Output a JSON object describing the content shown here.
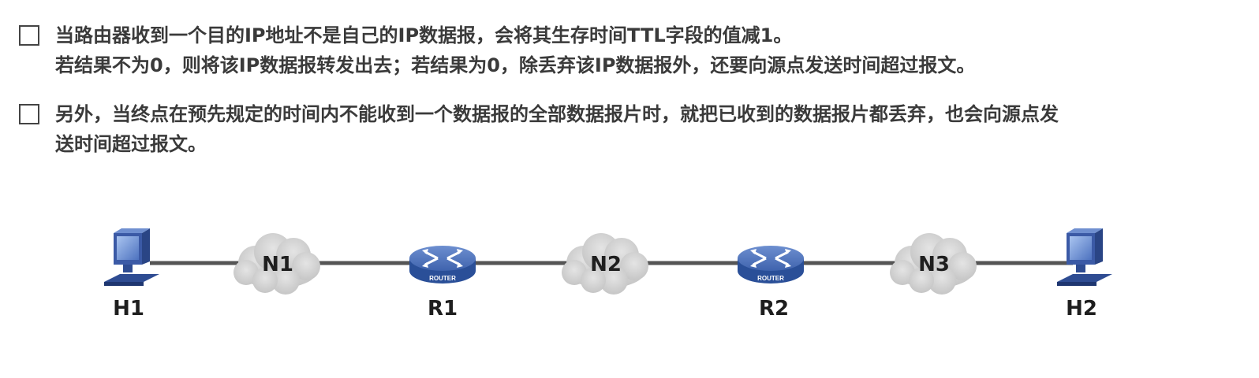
{
  "bullets": [
    {
      "lines": [
        "当路由器收到一个目的IP地址不是自己的IP数据报，会将其生存时间TTL字段的值减1。",
        "若结果不为0，则将该IP数据报转发出去；若结果为0，除丢弃该IP数据报外，还要向源点发送时间超过报文。"
      ]
    },
    {
      "lines": [
        "另外，当终点在预先规定的时间内不能收到一个数据报的全部数据报片时，就把已收到的数据报片都丢弃，也会向源点发",
        "送时间超过报文。"
      ]
    }
  ],
  "diagram": {
    "nodes": [
      {
        "id": "H1",
        "label": "H1",
        "kind": "host-icon"
      },
      {
        "id": "N1",
        "label": "N1",
        "kind": "cloud-icon"
      },
      {
        "id": "R1",
        "label": "R1",
        "kind": "router-icon",
        "badge": "ROUTER"
      },
      {
        "id": "N2",
        "label": "N2",
        "kind": "cloud-icon"
      },
      {
        "id": "R2",
        "label": "R2",
        "kind": "router-icon",
        "badge": "ROUTER"
      },
      {
        "id": "N3",
        "label": "N3",
        "kind": "cloud-icon"
      },
      {
        "id": "H2",
        "label": "H2",
        "kind": "host-icon"
      }
    ]
  },
  "colors": {
    "text": "#3a3a3a",
    "link": "#555555",
    "cloud": "#d3d3d3",
    "router_top": "#4a6fb8",
    "router_side": "#2a4f98",
    "monitor": "#3b5aa6"
  }
}
